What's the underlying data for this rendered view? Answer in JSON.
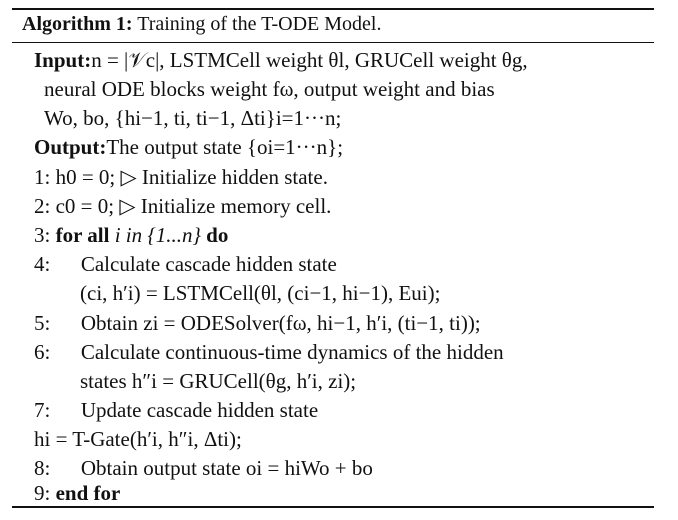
{
  "caption": {
    "label": "Algorithm 1:",
    "title": "Training of the T-ODE Model."
  },
  "lines": [
    {
      "id": "input_1",
      "prefix": "Input:",
      "text": "n = |𝒱c|, LSTMCell weight θl, GRUCell weight θg,"
    },
    {
      "id": "input_2",
      "text": "neural ODE blocks weight fω, output weight and bias"
    },
    {
      "id": "input_3",
      "text": "Wo, bo, {hi−1, ti, ti−1, Δti}i=1···n;"
    },
    {
      "id": "output",
      "prefix": "Output:",
      "text": "The output state {oi=1···n};"
    },
    {
      "id": "step1",
      "num": "1:",
      "text": "h0 = 0; ▷ Initialize hidden state."
    },
    {
      "id": "step2",
      "num": "2:",
      "text": "c0 = 0; ▷ Initialize memory cell."
    },
    {
      "id": "step3",
      "num": "3:",
      "kw1": "for all",
      "text": "i in {1...n}",
      "kw2": "do"
    },
    {
      "id": "step4a",
      "num": "4:",
      "text": "Calculate cascade hidden state"
    },
    {
      "id": "step4b",
      "text": "(ci, h′i) = LSTMCell(θl, (ci−1, hi−1), Eui);"
    },
    {
      "id": "step5",
      "num": "5:",
      "text": "Obtain zi = ODESolver(fω, hi−1, h′i, (ti−1, ti));"
    },
    {
      "id": "step6a",
      "num": "6:",
      "text": "Calculate continuous-time dynamics of the hidden"
    },
    {
      "id": "step6b",
      "text": "states h″i = GRUCell(θg, h′i, zi);"
    },
    {
      "id": "step7",
      "num": "7:",
      "text": "Update cascade hidden state"
    },
    {
      "id": "step7b",
      "text": "hi = T-Gate(h′i, h″i, Δti);"
    },
    {
      "id": "step8",
      "num": "8:",
      "text": "Obtain output state oi = hiWo + bo"
    },
    {
      "id": "step9",
      "num": "9:",
      "kw1": "end for"
    }
  ]
}
